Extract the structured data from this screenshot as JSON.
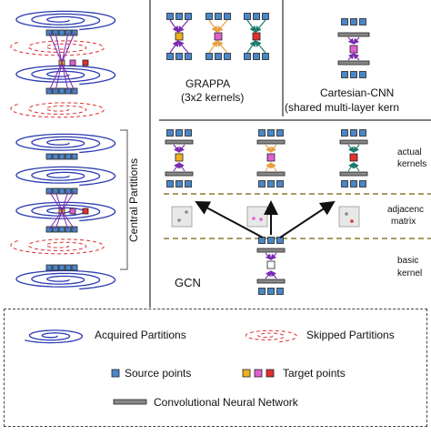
{
  "labels": {
    "grappa": "GRAPPA",
    "grappa_sub": "(3x2 kernels)",
    "cartesian": "Cartesian-CNN",
    "cartesian_sub": "(shared multi-layer kern",
    "actual_kernels_1": "actual",
    "actual_kernels_2": "kernels",
    "adjacency_1": "adjacenc",
    "adjacency_2": "matrix",
    "basic_kernel_1": "basic",
    "basic_kernel_2": "kernel",
    "gcn": "GCN",
    "central_partitions": "Central Partitions"
  },
  "legend": {
    "acquired": "Acquired Partitions",
    "skipped": "Skipped Partitions",
    "source": "Source points",
    "target": "Target points",
    "cnn": "Convolutional Neural Network"
  },
  "colors": {
    "spiral": "#2a3bb0",
    "skipped": "#e04040",
    "source": "#4a86c8",
    "target_yellow": "#f0b020",
    "target_pink": "#e060d0",
    "target_red": "#e03030",
    "arrow_purple": "#7a2ab0",
    "arrow_orange": "#e8a040",
    "arrow_teal": "#1a7a70",
    "divider": "#555555",
    "dashed_band": "#8a7a30"
  }
}
